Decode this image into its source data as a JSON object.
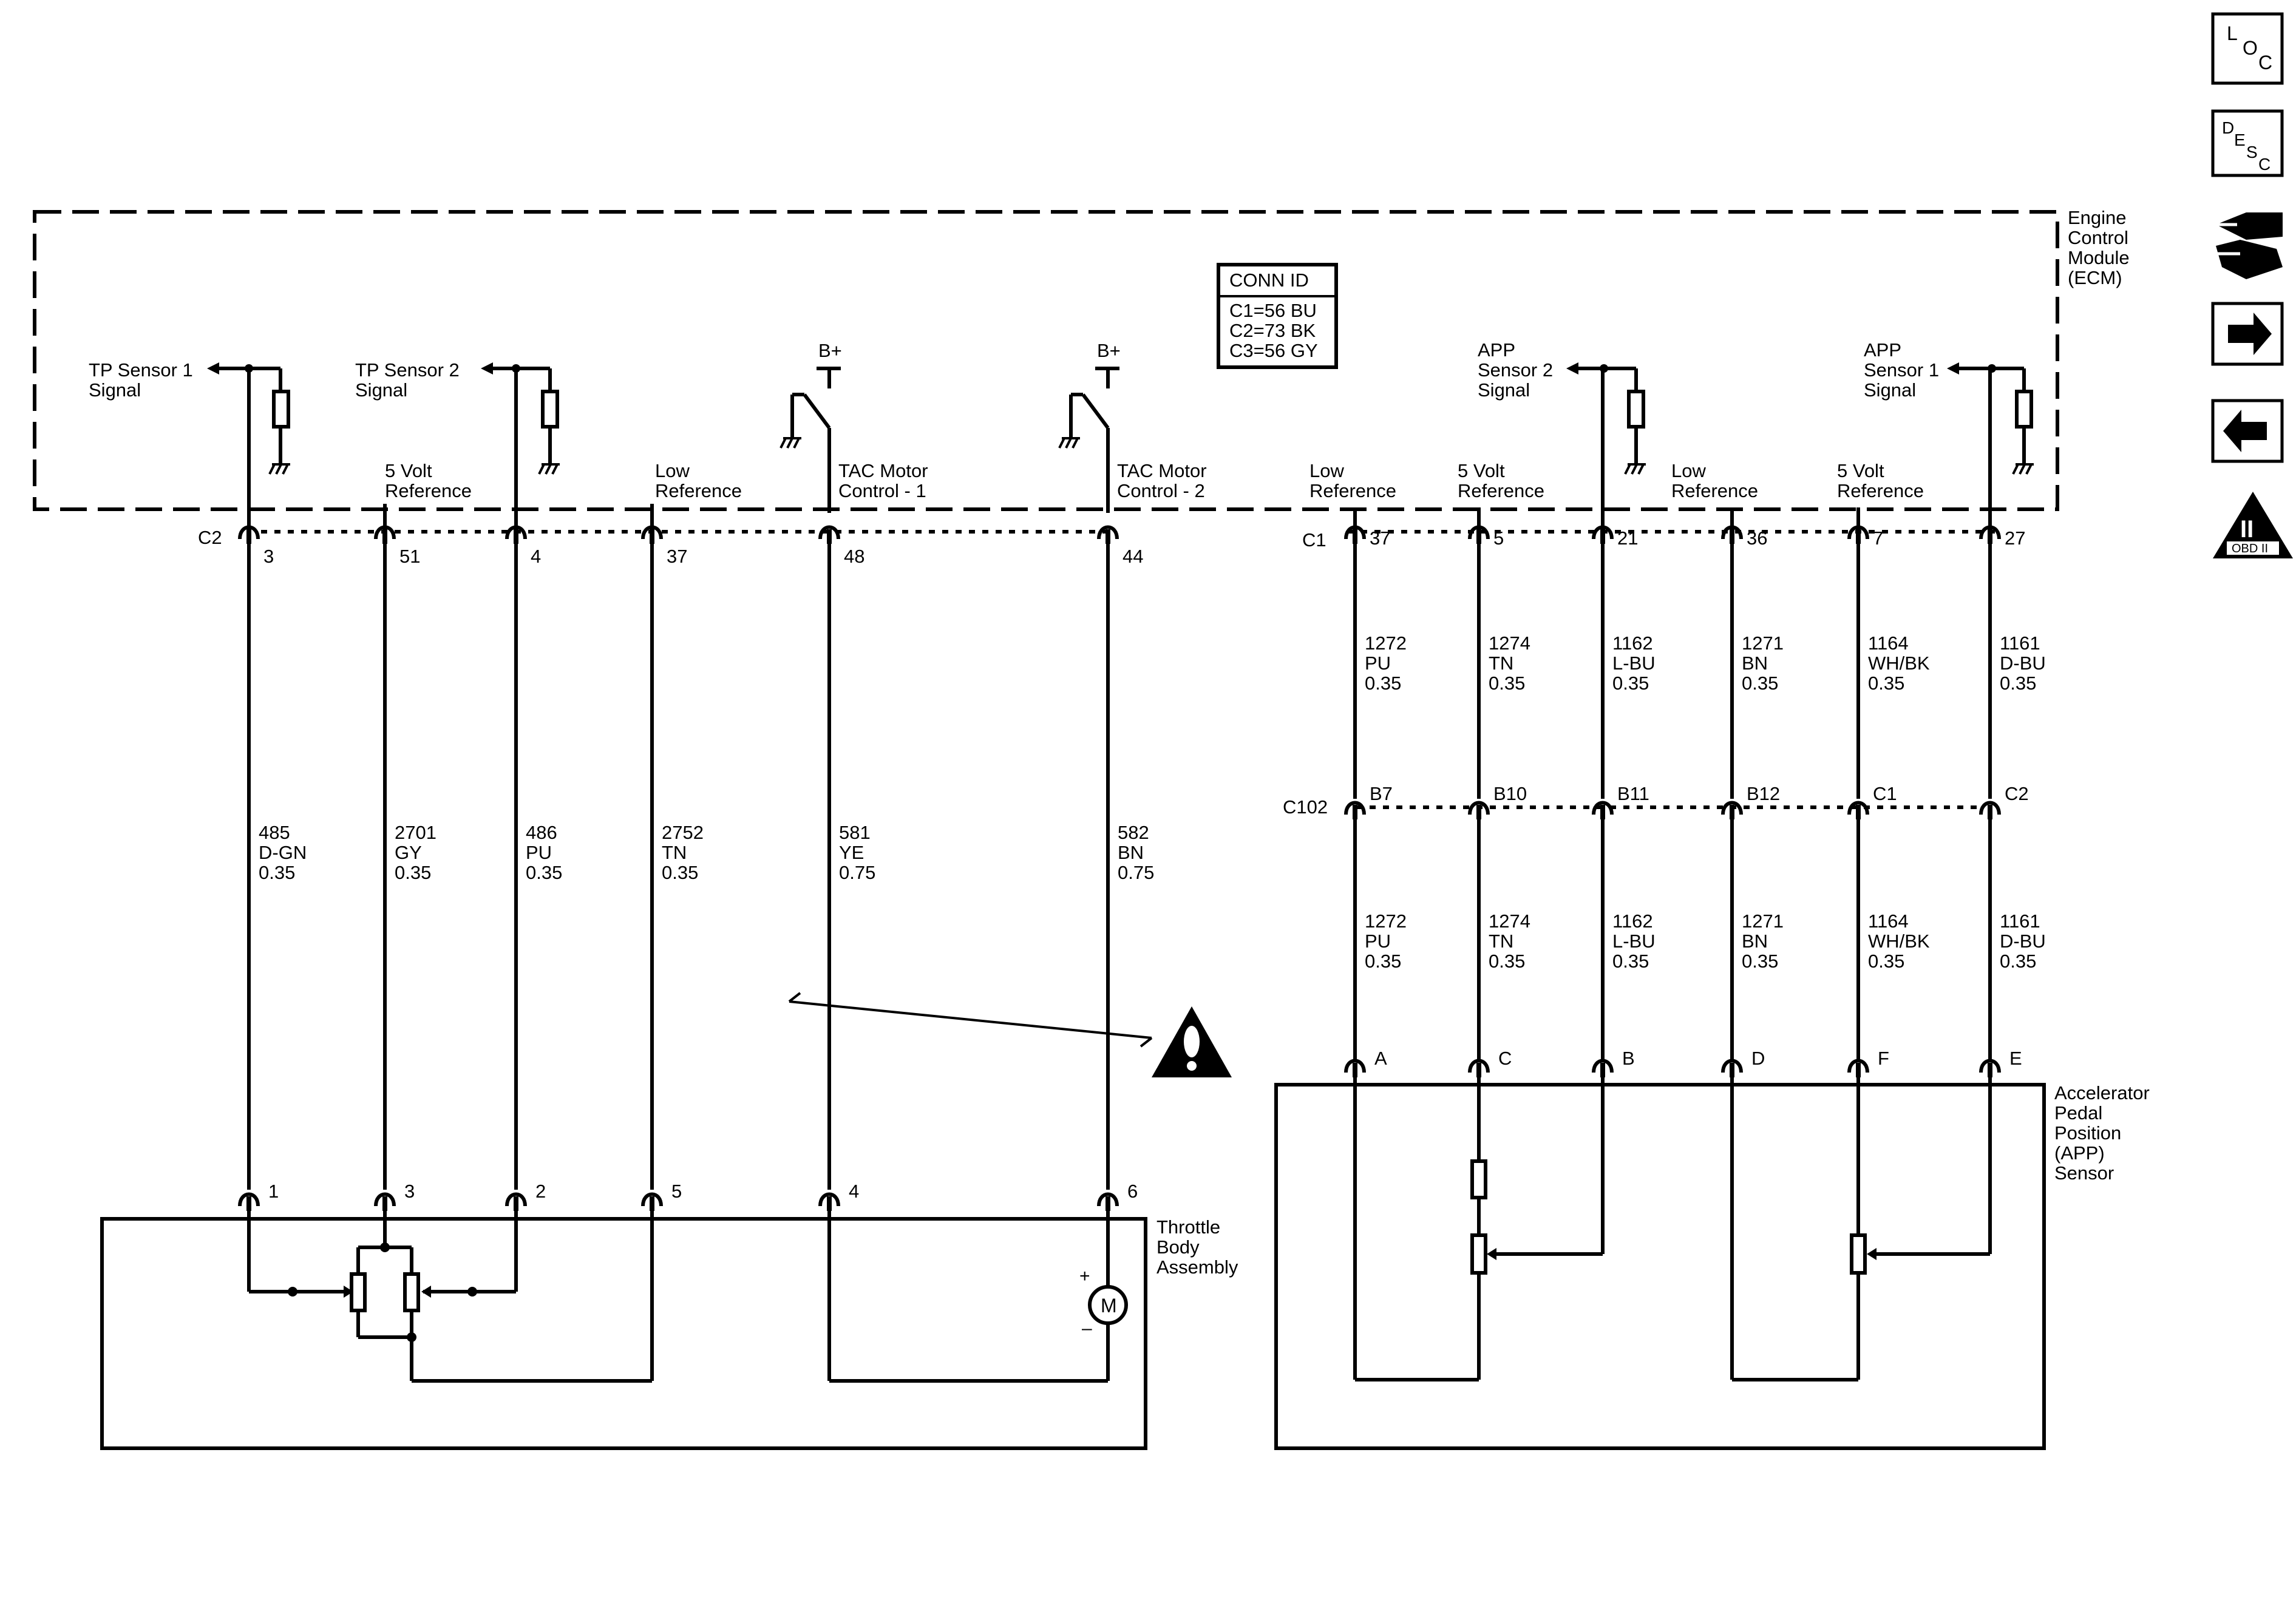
{
  "ecm": {
    "title_lines": [
      "Engine",
      "Control",
      "Module",
      "(ECM)"
    ]
  },
  "conn_id": {
    "header": "CONN ID",
    "lines": [
      "C1=56 BU",
      "C2=73 BK",
      "C3=56 GY"
    ]
  },
  "ecm_labels": {
    "tp1": [
      "TP Sensor 1",
      "Signal"
    ],
    "tp2": [
      "TP Sensor 2",
      "Signal"
    ],
    "app2": [
      "APP",
      "Sensor 2",
      "Signal"
    ],
    "app1": [
      "APP",
      "Sensor 1",
      "Signal"
    ],
    "bplus_1": "B+",
    "bplus_2": "B+"
  },
  "ecm_connectors": {
    "left": "C2",
    "right": "C1"
  },
  "circuits_left": [
    {
      "func": [
        "",
        ""
      ],
      "pin": "3",
      "wire": [
        "485",
        "D-GN",
        "0.35"
      ],
      "comp_pin": "1"
    },
    {
      "func": [
        "5 Volt",
        "Reference"
      ],
      "pin": "51",
      "wire": [
        "2701",
        "GY",
        "0.35"
      ],
      "comp_pin": "3"
    },
    {
      "func": [
        "",
        ""
      ],
      "pin": "4",
      "wire": [
        "486",
        "PU",
        "0.35"
      ],
      "comp_pin": "2"
    },
    {
      "func": [
        "Low",
        "Reference"
      ],
      "pin": "37",
      "wire": [
        "2752",
        "TN",
        "0.35"
      ],
      "comp_pin": "5"
    },
    {
      "func": [
        "TAC Motor",
        "Control - 1"
      ],
      "pin": "48",
      "wire": [
        "581",
        "YE",
        "0.75"
      ],
      "comp_pin": "4"
    },
    {
      "func": [
        "TAC Motor",
        "Control - 2"
      ],
      "pin": "44",
      "wire": [
        "582",
        "BN",
        "0.75"
      ],
      "comp_pin": "6"
    }
  ],
  "circuits_right": [
    {
      "func": [
        "Low",
        "Reference"
      ],
      "pin": "37",
      "wire": [
        "1272",
        "PU",
        "0.35"
      ],
      "c102_pin": "B7",
      "comp_pin": "A"
    },
    {
      "func": [
        "5 Volt",
        "Reference"
      ],
      "pin": "5",
      "wire": [
        "1274",
        "TN",
        "0.35"
      ],
      "c102_pin": "B10",
      "comp_pin": "C"
    },
    {
      "func": [
        "",
        ""
      ],
      "pin": "21",
      "wire": [
        "1162",
        "L-BU",
        "0.35"
      ],
      "c102_pin": "B11",
      "comp_pin": "B"
    },
    {
      "func": [
        "Low",
        "Reference"
      ],
      "pin": "36",
      "wire": [
        "1271",
        "BN",
        "0.35"
      ],
      "c102_pin": "B12",
      "comp_pin": "D"
    },
    {
      "func": [
        "5 Volt",
        "Reference"
      ],
      "pin": "7",
      "wire": [
        "1164",
        "WH/BK",
        "0.35"
      ],
      "c102_pin": "C1",
      "comp_pin": "F"
    },
    {
      "func": [
        "",
        ""
      ],
      "pin": "27",
      "wire": [
        "1161",
        "D-BU",
        "0.35"
      ],
      "c102_pin": "C2",
      "comp_pin": "E"
    }
  ],
  "inline_connector": "C102",
  "throttle_body": {
    "lines": [
      "Throttle",
      "Body",
      "Assembly"
    ],
    "motor": "M",
    "plus": "+",
    "minus": "–"
  },
  "app_sensor": {
    "lines": [
      "Accelerator",
      "Pedal",
      "Position",
      "(APP)",
      "Sensor"
    ]
  },
  "nav": {
    "loc": [
      "L",
      "O",
      "C"
    ],
    "desc": [
      "D",
      "E",
      "S",
      "C"
    ],
    "obd": [
      "II",
      "OBD II"
    ],
    "icons": [
      "loc-icon",
      "desc-icon",
      "connector-tool-icon",
      "arrow-right-icon",
      "arrow-left-icon",
      "obd-ii-icon"
    ]
  }
}
